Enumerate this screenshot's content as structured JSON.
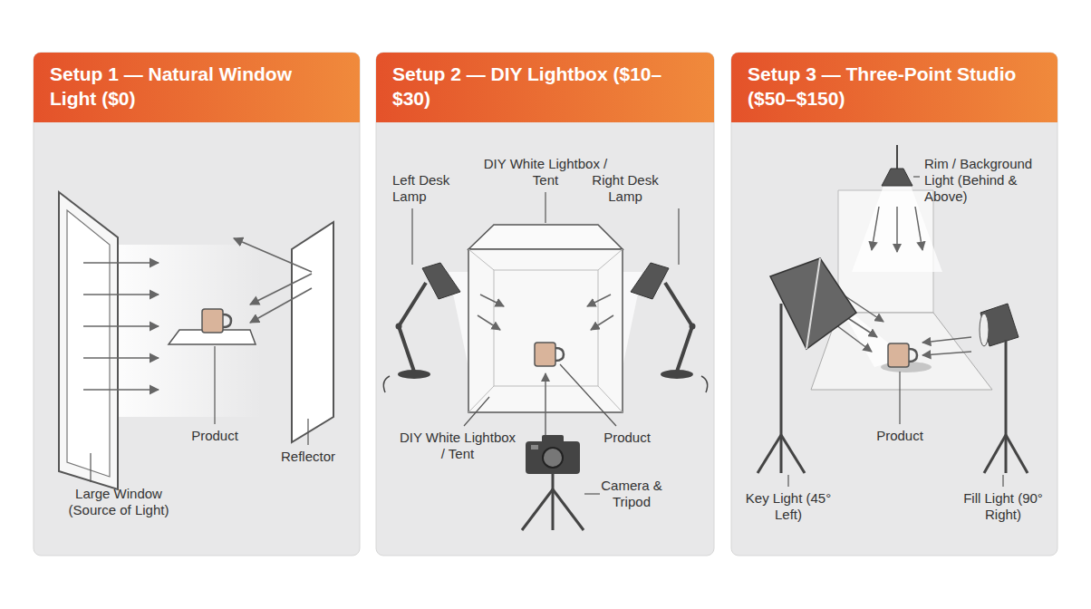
{
  "diagram": {
    "nodes": [
      {
        "text": [
          "Setup 1 — Natural Window Light ($0)"
        ]
      },
      {
        "text": [
          "Setup 2 — DIY Lightbox ($10–$30)"
        ]
      },
      {
        "text": [
          "Setup 3 — Three-Point Studio ($50–$150)"
        ]
      }
    ],
    "labels": [
      "Product",
      "Reflector",
      "Large Window (Source of Light)",
      "Left Desk Lamp",
      "DIY White Lightbox / Tent",
      "Right Desk Lamp",
      "DIY White Lightbox / Tent",
      "Product",
      "Camera & Tripod",
      "Rim / Background Light (Behind & Above)",
      "Product",
      "Key Light (45° Left)",
      "Fill Light (90° Right)"
    ]
  }
}
